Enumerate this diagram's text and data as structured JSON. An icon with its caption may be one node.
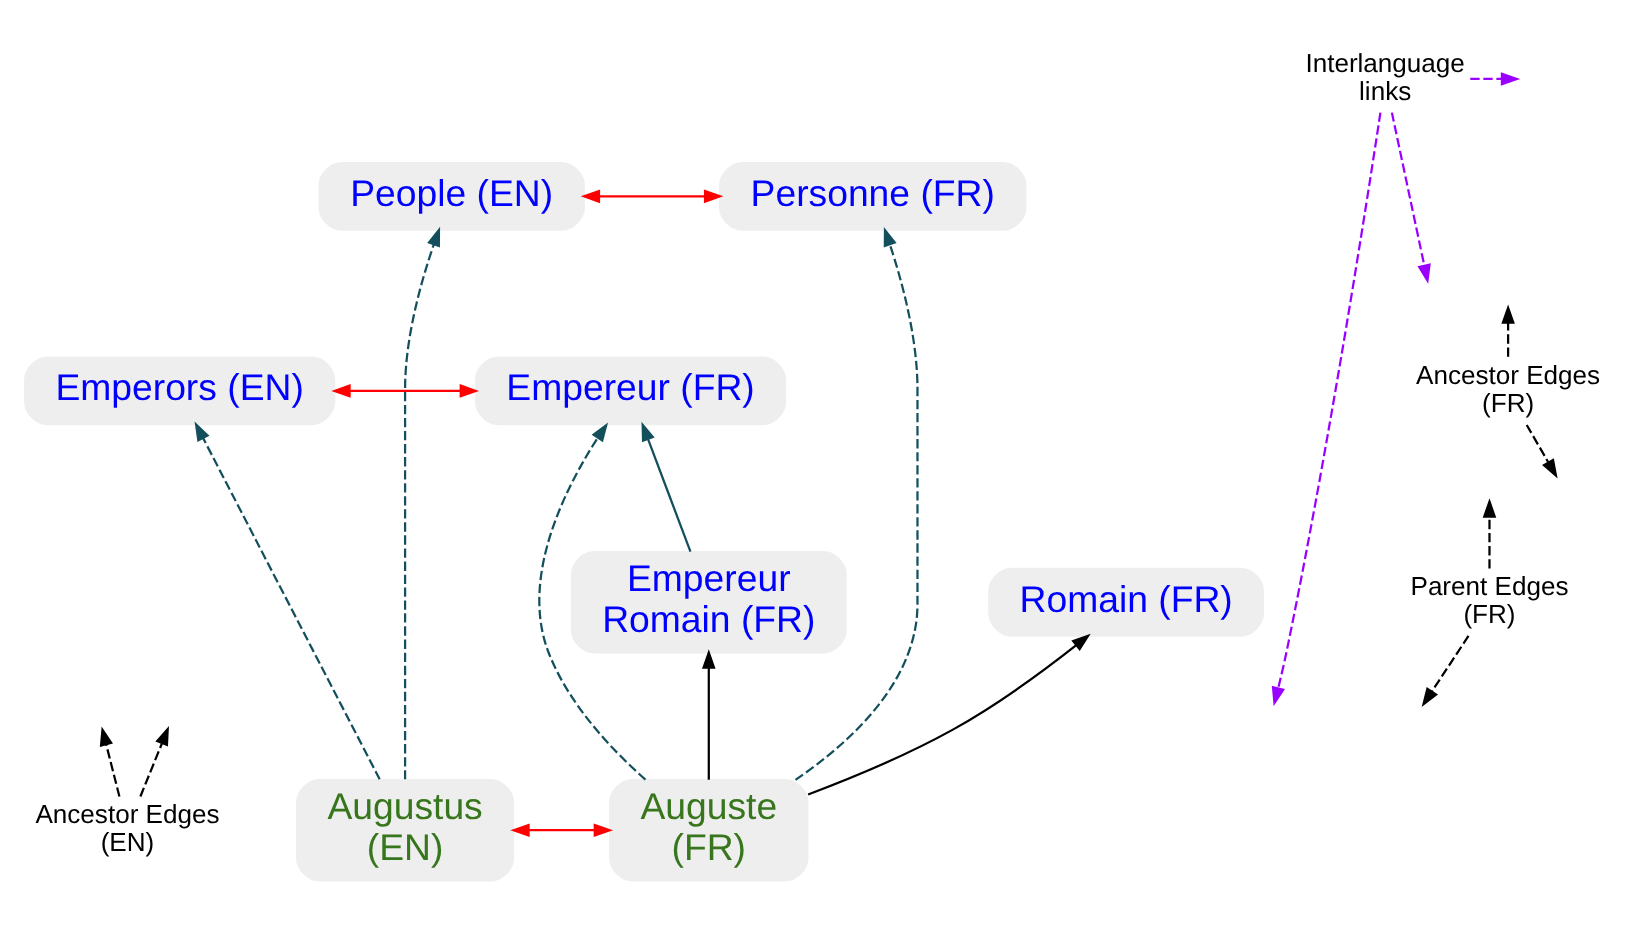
{
  "diagram": {
    "nodes": [
      {
        "text": [
          "People (EN)"
        ]
      },
      {
        "text": [
          "Personne (FR)"
        ]
      },
      {
        "text": [
          "Emperors (EN)"
        ]
      },
      {
        "text": [
          "Empereur (FR)"
        ]
      },
      {
        "text": [
          "Empereur Romain (FR)"
        ]
      },
      {
        "text": [
          "Romain (FR)"
        ]
      },
      {
        "text": [
          "Augustus (EN)"
        ]
      },
      {
        "text": [
          "Auguste (FR)"
        ]
      },
      {
        "text": [
          "Interlanguage links"
        ]
      },
      {
        "text": [
          "Ancestor Edges (FR)"
        ]
      },
      {
        "text": [
          "Parent Edges (FR)"
        ]
      },
      {
        "text": [
          "Ancestor Edges (EN)"
        ]
      }
    ],
    "edges": [
      {
        "from": 0,
        "to": 1,
        "arrow": "both",
        "color": "#ff0000"
      },
      {
        "from": 2,
        "to": 3,
        "arrow": "both",
        "color": "#ff0000"
      },
      {
        "from": 6,
        "to": 7,
        "arrow": "both",
        "color": "#ff0000"
      },
      {
        "from": 6,
        "to": 0,
        "arrow": "to",
        "style": "dashed",
        "color": "#134f5c"
      },
      {
        "from": 6,
        "to": 2,
        "arrow": "to",
        "style": "dashed",
        "color": "#134f5c"
      },
      {
        "from": 7,
        "to": 1,
        "arrow": "to",
        "style": "dashed",
        "color": "#134f5c"
      },
      {
        "from": 7,
        "to": 3,
        "arrow": "to",
        "style": "dashed",
        "color": "#134f5c"
      },
      {
        "from": 4,
        "to": 3,
        "arrow": "to",
        "color": "#134f5c"
      },
      {
        "from": 7,
        "to": 4,
        "arrow": "to"
      },
      {
        "from": 7,
        "to": 5,
        "arrow": "to"
      },
      {
        "from": 8,
        "to": null,
        "arrow": "to",
        "style": "dashed",
        "color": "#9900ff"
      },
      {
        "from": 8,
        "to": null,
        "arrow": "to",
        "style": "dashed",
        "color": "#9900ff"
      },
      {
        "from": 8,
        "to": null,
        "arrow": "to",
        "style": "dashed",
        "color": "#9900ff"
      },
      {
        "from": 9,
        "to": null,
        "arrow": "to",
        "style": "dashed"
      },
      {
        "from": 9,
        "to": null,
        "arrow": "to",
        "style": "dashed"
      },
      {
        "from": 10,
        "to": null,
        "arrow": "to",
        "style": "dashed"
      },
      {
        "from": 10,
        "to": null,
        "arrow": "to",
        "style": "dashed"
      },
      {
        "from": 11,
        "to": null,
        "arrow": "to",
        "style": "dashed"
      },
      {
        "from": 11,
        "to": null,
        "arrow": "to",
        "style": "dashed"
      }
    ]
  }
}
